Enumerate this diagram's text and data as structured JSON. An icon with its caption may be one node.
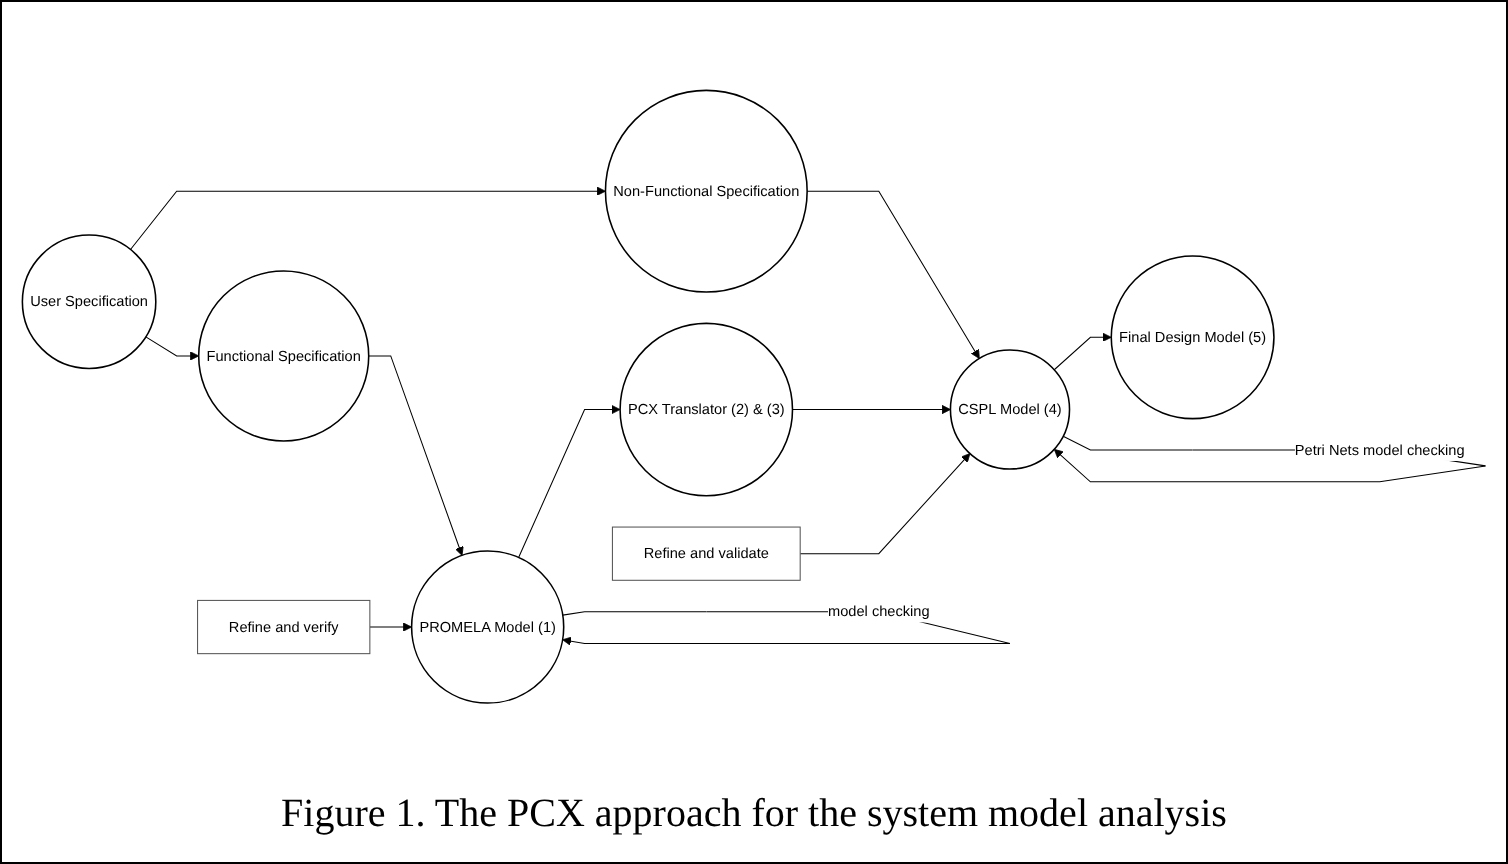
{
  "diagram": {
    "caption": "Figure 1. The PCX approach for the system model analysis",
    "nodes": [
      {
        "text": [
          "User Specification"
        ]
      },
      {
        "text": [
          "Functional Specification"
        ]
      },
      {
        "text": [
          "Non-Functional Specification"
        ]
      },
      {
        "text": [
          "PROMELA Model (1)"
        ]
      },
      {
        "text": [
          "PCX Translator (2) & (3)"
        ]
      },
      {
        "text": [
          "CSPL Model (4)"
        ]
      },
      {
        "text": [
          "Final Design Model (5)"
        ]
      },
      {
        "text": [
          "Refine and verify"
        ]
      },
      {
        "text": [
          "Refine and validate"
        ]
      }
    ],
    "edges": [
      {
        "from": 0,
        "to": 1,
        "arrow": "to"
      },
      {
        "from": 0,
        "to": 2,
        "arrow": "to"
      },
      {
        "from": 1,
        "to": 3,
        "arrow": "to"
      },
      {
        "from": 2,
        "to": 5,
        "arrow": "to"
      },
      {
        "from": 3,
        "to": 3,
        "arrow": "to",
        "label": "model checking"
      },
      {
        "from": 5,
        "to": 5,
        "arrow": "to",
        "label": "Petri Nets model checking"
      },
      {
        "from": 3,
        "to": 4,
        "arrow": "to"
      },
      {
        "from": 4,
        "to": 5,
        "arrow": "to"
      },
      {
        "from": 5,
        "to": 6,
        "arrow": "to"
      },
      {
        "from": 7,
        "to": 3,
        "arrow": "to"
      },
      {
        "from": 8,
        "to": 5,
        "arrow": "to"
      }
    ]
  }
}
